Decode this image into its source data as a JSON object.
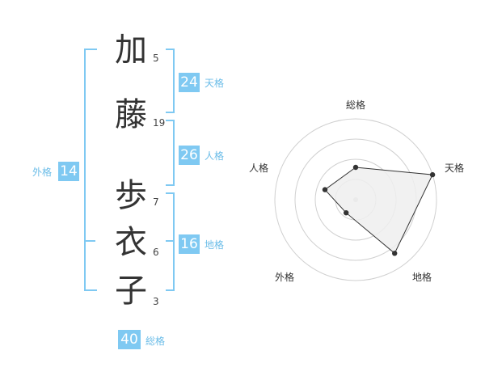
{
  "name": {
    "chars": [
      {
        "char": "加",
        "strokes": "5"
      },
      {
        "char": "藤",
        "strokes": "19"
      },
      {
        "char": "歩",
        "strokes": "7"
      },
      {
        "char": "衣",
        "strokes": "6"
      },
      {
        "char": "子",
        "strokes": "3"
      }
    ]
  },
  "fortunes": {
    "tenkaku": {
      "value": "24",
      "label": "天格"
    },
    "jinkaku": {
      "value": "26",
      "label": "人格"
    },
    "chikaku": {
      "value": "16",
      "label": "地格"
    },
    "gaikaku": {
      "value": "14",
      "label": "外格"
    },
    "soukaku": {
      "value": "40",
      "label": "総格"
    }
  },
  "colors": {
    "accent": "#7fc9f2",
    "accent_text": "#6cbde8",
    "radar_fill": "#eeeeee",
    "radar_line": "#333333"
  },
  "chart_data": {
    "type": "radar",
    "axes": [
      "総格",
      "天格",
      "地格",
      "外格",
      "人格"
    ],
    "values": [
      0.4,
      1.0,
      0.82,
      0.2,
      0.4
    ],
    "range": [
      0,
      1
    ],
    "rings": 4
  }
}
